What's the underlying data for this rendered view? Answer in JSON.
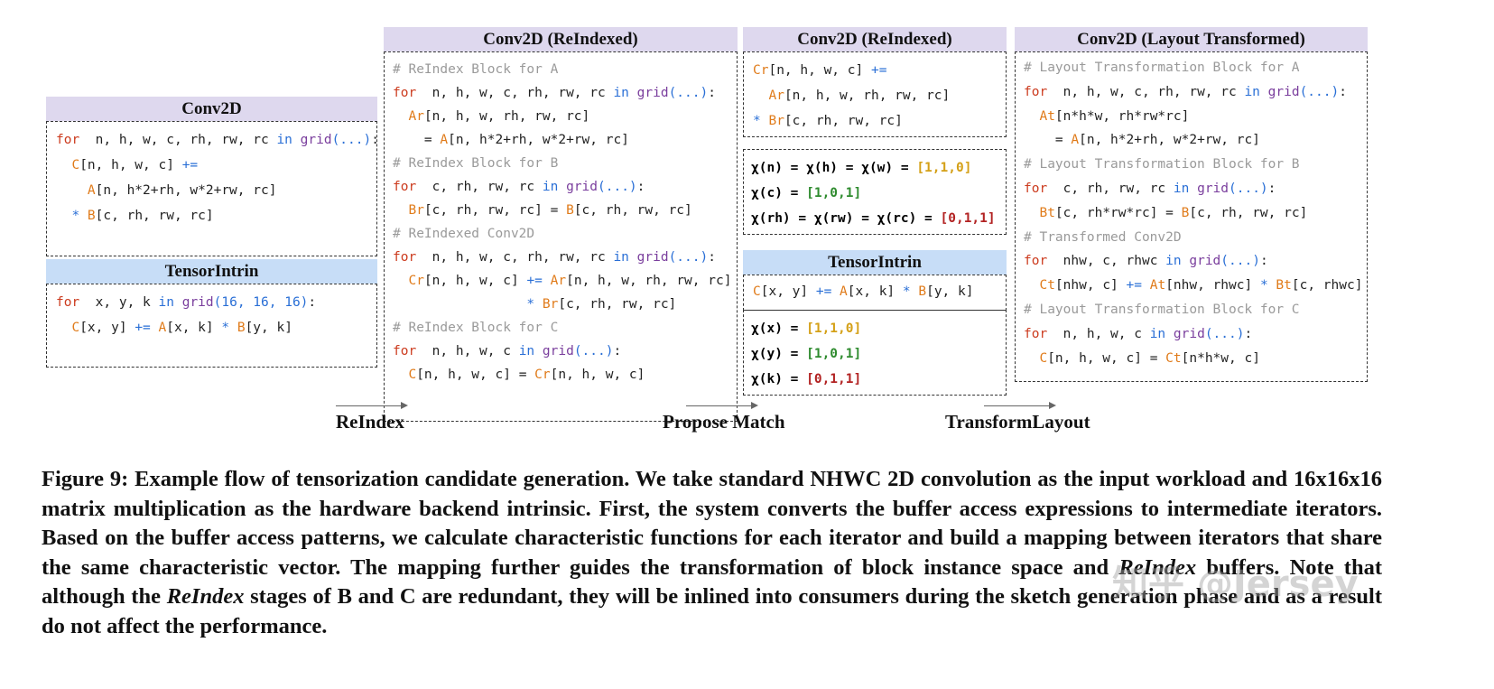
{
  "panels": {
    "conv2d": {
      "title": "Conv2D",
      "lines": [
        [
          [
            "kw",
            "for"
          ],
          [
            "",
            "  n, h, w, c, rh, rw, rc "
          ],
          [
            "op",
            "in"
          ],
          [
            "",
            ""
          ],
          [
            "fn",
            " grid"
          ],
          [
            "op",
            "(...)"
          ],
          [
            "",
            ":"
          ]
        ],
        [
          [
            "",
            "  "
          ],
          [
            "var",
            "C"
          ],
          [
            "",
            "[n, h, w, c] "
          ],
          [
            "op",
            "+="
          ]
        ],
        [
          [
            "",
            "    "
          ],
          [
            "var",
            "A"
          ],
          [
            "",
            "[n, h*2+rh, w*2+rw, rc]"
          ]
        ],
        [
          [
            "",
            "  "
          ],
          [
            "op",
            "*"
          ],
          [
            "",
            ""
          ],
          [
            "var",
            " B"
          ],
          [
            "",
            "[c, rh, rw, rc]"
          ]
        ]
      ]
    },
    "tensorintrin_left": {
      "title": "TensorIntrin",
      "lines": [
        [
          [
            "kw",
            "for"
          ],
          [
            "",
            "  x, y, k "
          ],
          [
            "op",
            "in"
          ],
          [
            "fn",
            " grid"
          ],
          [
            "op",
            "(16, 16, 16)"
          ],
          [
            "",
            ":"
          ]
        ],
        [
          [
            "",
            "  "
          ],
          [
            "var",
            "C"
          ],
          [
            "",
            "[x, y] "
          ],
          [
            "op",
            "+="
          ],
          [
            "var",
            " A"
          ],
          [
            "",
            "[x, k] "
          ],
          [
            "op",
            "*"
          ],
          [
            "var",
            " B"
          ],
          [
            "",
            "[y, k]"
          ]
        ]
      ]
    },
    "reindexed": {
      "title": "Conv2D (ReIndexed)",
      "lines": [
        [
          [
            "cm",
            "# ReIndex Block for A"
          ]
        ],
        [
          [
            "kw",
            "for"
          ],
          [
            "",
            "  n, h, w, c, rh, rw, rc "
          ],
          [
            "op",
            "in"
          ],
          [
            "fn",
            " grid"
          ],
          [
            "op",
            "(...)"
          ],
          [
            "",
            ":"
          ]
        ],
        [
          [
            "",
            "  "
          ],
          [
            "var",
            "Ar"
          ],
          [
            "",
            "[n, h, w, rh, rw, rc]"
          ]
        ],
        [
          [
            "",
            "    = "
          ],
          [
            "var",
            "A"
          ],
          [
            "",
            "[n, h*2+rh, w*2+rw, rc]"
          ]
        ],
        [
          [
            "cm",
            "# ReIndex Block for B"
          ]
        ],
        [
          [
            "kw",
            "for"
          ],
          [
            "",
            "  c, rh, rw, rc "
          ],
          [
            "op",
            "in"
          ],
          [
            "fn",
            " grid"
          ],
          [
            "op",
            "(...)"
          ],
          [
            "",
            ":"
          ]
        ],
        [
          [
            "",
            "  "
          ],
          [
            "var",
            "Br"
          ],
          [
            "",
            "[c, rh, rw, rc] = "
          ],
          [
            "var",
            "B"
          ],
          [
            "",
            "[c, rh, rw, rc]"
          ]
        ],
        [
          [
            "cm",
            "# ReIndexed Conv2D"
          ]
        ],
        [
          [
            "kw",
            "for"
          ],
          [
            "",
            "  n, h, w, c, rh, rw, rc "
          ],
          [
            "op",
            "in"
          ],
          [
            "fn",
            " grid"
          ],
          [
            "op",
            "(...)"
          ],
          [
            "",
            ":"
          ]
        ],
        [
          [
            "",
            "  "
          ],
          [
            "var",
            "Cr"
          ],
          [
            "",
            "[n, h, w, c] "
          ],
          [
            "op",
            "+="
          ],
          [
            "var",
            " Ar"
          ],
          [
            "",
            "[n, h, w, rh, rw, rc]"
          ]
        ],
        [
          [
            "",
            "                 "
          ],
          [
            "op",
            "*"
          ],
          [
            "var",
            " Br"
          ],
          [
            "",
            "[c, rh, rw, rc]"
          ]
        ],
        [
          [
            "cm",
            "# ReIndex Block for C"
          ]
        ],
        [
          [
            "kw",
            "for"
          ],
          [
            "",
            "  n, h, w, c "
          ],
          [
            "op",
            "in"
          ],
          [
            "fn",
            " grid"
          ],
          [
            "op",
            "(...)"
          ],
          [
            "",
            ":"
          ]
        ],
        [
          [
            "",
            "  "
          ],
          [
            "var",
            "C"
          ],
          [
            "",
            "[n, h, w, c] = "
          ],
          [
            "var",
            "Cr"
          ],
          [
            "",
            "[n, h, w, c]"
          ]
        ]
      ]
    },
    "match_top": {
      "title": "Conv2D (ReIndexed)",
      "lines": [
        [
          [
            "var",
            "Cr"
          ],
          [
            "",
            "[n, h, w, c] "
          ],
          [
            "op",
            "+="
          ]
        ],
        [
          [
            "",
            "  "
          ],
          [
            "var",
            "Ar"
          ],
          [
            "",
            "[n, h, w, rh, rw, rc]"
          ]
        ],
        [
          [
            "op",
            "*"
          ],
          [
            "var",
            " Br"
          ],
          [
            "",
            "[c, rh, rw, rc]"
          ]
        ]
      ]
    },
    "match_chi": {
      "lines": [
        [
          [
            "",
            "χ(n) = χ(h) = χ(w) = "
          ],
          [
            "v-y",
            "[1,1,0]"
          ]
        ],
        [
          [
            "",
            "χ(c) = "
          ],
          [
            "v-g",
            "[1,0,1]"
          ]
        ],
        [
          [
            "",
            "χ(rh) = χ(rw) = χ(rc) = "
          ],
          [
            "v-r",
            "[0,1,1]"
          ]
        ]
      ]
    },
    "tensorintrin_mid": {
      "title": "TensorIntrin",
      "lines": [
        [
          [
            "var",
            "C"
          ],
          [
            "",
            "[x, y] "
          ],
          [
            "op",
            "+="
          ],
          [
            "var",
            " A"
          ],
          [
            "",
            "[x, k] "
          ],
          [
            "op",
            "*"
          ],
          [
            "var",
            " B"
          ],
          [
            "",
            "[y, k]"
          ]
        ]
      ]
    },
    "tensorintrin_chi": {
      "lines": [
        [
          [
            "",
            "χ(x) = "
          ],
          [
            "v-y",
            "[1,1,0]"
          ]
        ],
        [
          [
            "",
            "χ(y) = "
          ],
          [
            "v-g",
            "[1,0,1]"
          ]
        ],
        [
          [
            "",
            "χ(k) = "
          ],
          [
            "v-r",
            "[0,1,1]"
          ]
        ]
      ]
    },
    "layout": {
      "title": "Conv2D (Layout Transformed)",
      "lines": [
        [
          [
            "cm",
            "# Layout Transformation Block for A"
          ]
        ],
        [
          [
            "kw",
            "for"
          ],
          [
            "",
            "  n, h, w, c, rh, rw, rc "
          ],
          [
            "op",
            "in"
          ],
          [
            "fn",
            " grid"
          ],
          [
            "op",
            "(...)"
          ],
          [
            "",
            ":"
          ]
        ],
        [
          [
            "",
            "  "
          ],
          [
            "var",
            "At"
          ],
          [
            "",
            "[n*h*w, rh*rw*rc]"
          ]
        ],
        [
          [
            "",
            "    = "
          ],
          [
            "var",
            "A"
          ],
          [
            "",
            "[n, h*2+rh, w*2+rw, rc]"
          ]
        ],
        [
          [
            "cm",
            "# Layout Transformation Block for B"
          ]
        ],
        [
          [
            "kw",
            "for"
          ],
          [
            "",
            "  c, rh, rw, rc "
          ],
          [
            "op",
            "in"
          ],
          [
            "fn",
            " grid"
          ],
          [
            "op",
            "(...)"
          ],
          [
            "",
            ":"
          ]
        ],
        [
          [
            "",
            "  "
          ],
          [
            "var",
            "Bt"
          ],
          [
            "",
            "[c, rh*rw*rc] = "
          ],
          [
            "var",
            "B"
          ],
          [
            "",
            "[c, rh, rw, rc]"
          ]
        ],
        [
          [
            "cm",
            "# Transformed Conv2D"
          ]
        ],
        [
          [
            "kw",
            "for"
          ],
          [
            "",
            "  nhw, c, rhwc "
          ],
          [
            "op",
            "in"
          ],
          [
            "fn",
            " grid"
          ],
          [
            "op",
            "(...)"
          ],
          [
            "",
            ":"
          ]
        ],
        [
          [
            "",
            "  "
          ],
          [
            "var",
            "Ct"
          ],
          [
            "",
            "[nhw, c] "
          ],
          [
            "op",
            "+="
          ],
          [
            "var",
            " At"
          ],
          [
            "",
            "[nhw, rhwc] "
          ],
          [
            "op",
            "*"
          ],
          [
            "var",
            " Bt"
          ],
          [
            "",
            "[c, rhwc]"
          ]
        ],
        [
          [
            "cm",
            "# Layout Transformation Block for C"
          ]
        ],
        [
          [
            "kw",
            "for"
          ],
          [
            "",
            "  n, h, w, c "
          ],
          [
            "op",
            "in"
          ],
          [
            "fn",
            " grid"
          ],
          [
            "op",
            "(...)"
          ],
          [
            "",
            ":"
          ]
        ],
        [
          [
            "",
            "  "
          ],
          [
            "var",
            "C"
          ],
          [
            "",
            "[n, h, w, c] = "
          ],
          [
            "var",
            "Ct"
          ],
          [
            "",
            "[n*h*w, c]"
          ]
        ]
      ]
    }
  },
  "arrows": {
    "reindex": "ReIndex",
    "propose_match": "Propose Match",
    "transform_layout": "TransformLayout"
  },
  "caption": {
    "prefix": "Figure 9: Example flow of tensorization candidate generation. We take standard NHWC 2D convolution as the input workload and 16x16x16 matrix multiplication as the hardware backend intrinsic. First, the system converts the buffer access expressions to intermediate iterators. Based on the buffer access patterns, we calculate characteristic functions for each iterator and build a mapping between iterators that share the same characteristic vector. The mapping further guides the transformation of block instance space and ",
    "em1": "ReIndex",
    "mid": " buffers. Note that although the ",
    "em2": "ReIndex",
    "suffix": " stages of B and C are redundant, they will be inlined into consumers during the sketch generation phase and as a result do not affect the performance."
  },
  "watermark": "知乎 @Jersey"
}
